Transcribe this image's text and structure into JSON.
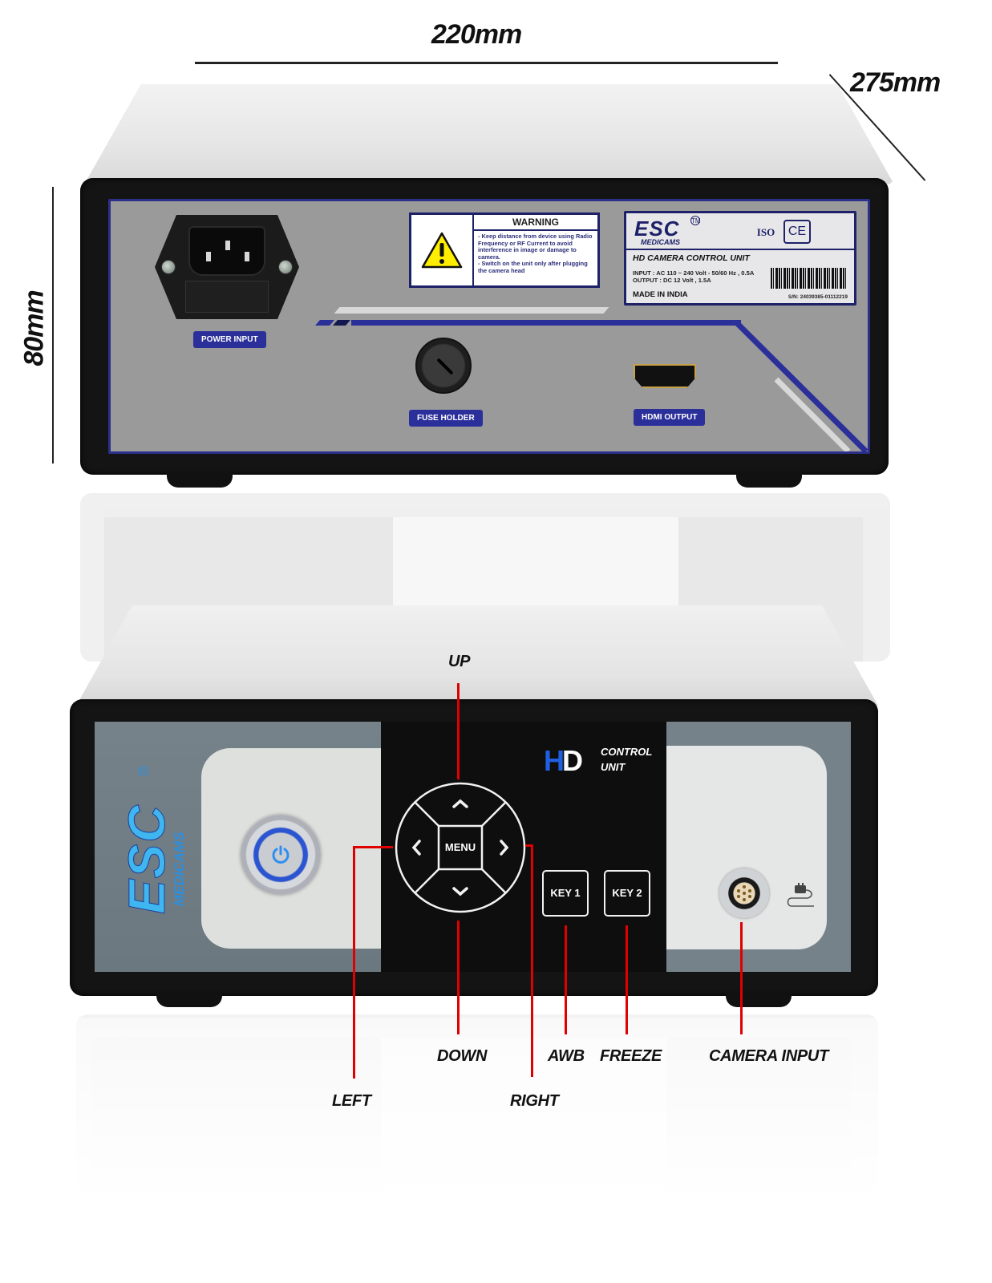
{
  "dimensions": {
    "width": "220mm",
    "depth": "275mm",
    "height": "80mm"
  },
  "rear_panel": {
    "ports": [
      {
        "label": "POWER INPUT",
        "icon": "iec-power-inlet-icon"
      },
      {
        "label": "FUSE HOLDER",
        "icon": "fuse-holder-icon"
      },
      {
        "label": "HDMI OUTPUT",
        "icon": "hdmi-port-icon"
      }
    ],
    "warning": {
      "title": "WARNING",
      "icon": "warning-triangle-icon",
      "lines": [
        "- Keep distance from device using Radio Frequency or RF Current to avoid interference in image or damage to camera.",
        "- Switch on the unit only after plugging the camera head"
      ]
    },
    "spec_label": {
      "brand": "ESC",
      "brand_mark": "TM",
      "brand_sub": "MEDICAMS",
      "cert_iso": "ISO",
      "cert_ce": "CE",
      "product": "HD CAMERA CONTROL UNIT",
      "input": "INPUT : AC 110 ~ 240 Volt - 50/60 Hz , 0.5A",
      "output": "OUTPUT : DC 12 Volt , 1.5A",
      "origin": "MADE IN INDIA",
      "serial": "S/N: 24039385-01112219"
    },
    "colors": {
      "accent": "#2b2f9a",
      "panel": "#9a9a9a",
      "bezel": "#141414"
    }
  },
  "front_panel": {
    "brand": "ESC",
    "brand_mark": "R",
    "brand_sub": "MEDICAMS",
    "logo_hd": {
      "h": "H",
      "d": "D"
    },
    "logo_text": [
      "CONTROL",
      "UNIT"
    ],
    "dpad": {
      "center": "MENU",
      "up": "^",
      "down": "v",
      "left": "<",
      "right": ">"
    },
    "keys": [
      "KEY 1",
      "KEY 2"
    ],
    "colors": {
      "brand_blue": "#3fb6f0",
      "hd_blue": "#1f5fe0",
      "callout": "#e00000"
    }
  },
  "callouts": {
    "up": "UP",
    "down": "DOWN",
    "left": "LEFT",
    "right": "RIGHT",
    "awb": "AWB",
    "freeze": "FREEZE",
    "camera_input": "CAMERA INPUT"
  }
}
